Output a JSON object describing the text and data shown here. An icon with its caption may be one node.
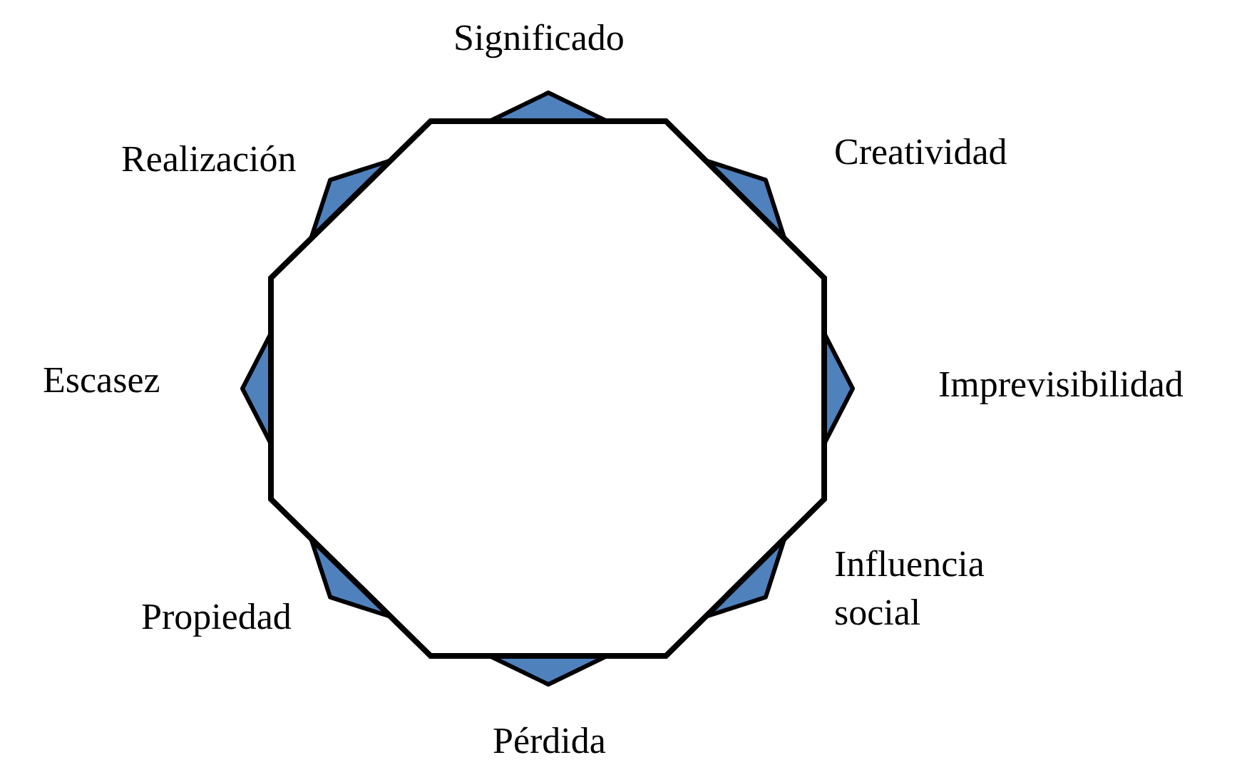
{
  "diagram": {
    "labels": [
      "Significado",
      "Creatividad",
      "Imprevisibilidad",
      "Influencia social",
      "Pérdida",
      "Propiedad",
      "Escasez",
      "Realización"
    ]
  }
}
